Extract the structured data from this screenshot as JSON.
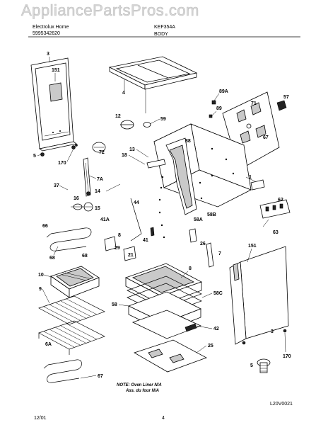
{
  "watermark": "AppliancePartsPros.com",
  "header": {
    "left_line1": "Electrolux Home",
    "left_line2": "5995342620",
    "model": "KEF354A",
    "section": "BODY"
  },
  "footer": {
    "date": "12/01",
    "page": "4",
    "diagram_code": "L20V0021"
  },
  "note": {
    "line1": "NOTE: Oven Liner N/A",
    "line2": "Ass. du four N/A"
  },
  "callouts": [
    "3",
    "151",
    "4",
    "89A",
    "57",
    "71",
    "89",
    "12",
    "59",
    "67",
    "88",
    "72",
    "13",
    "18",
    "5",
    "170",
    "7A",
    "37",
    "14",
    "16",
    "15",
    "44",
    "1",
    "58A",
    "58B",
    "41A",
    "62",
    "63",
    "66",
    "68",
    "29",
    "41",
    "26",
    "7",
    "151",
    "10",
    "9",
    "8",
    "68",
    "58",
    "58C",
    "42",
    "6A",
    "25",
    "5",
    "3",
    "170",
    "67",
    "21",
    "8"
  ]
}
